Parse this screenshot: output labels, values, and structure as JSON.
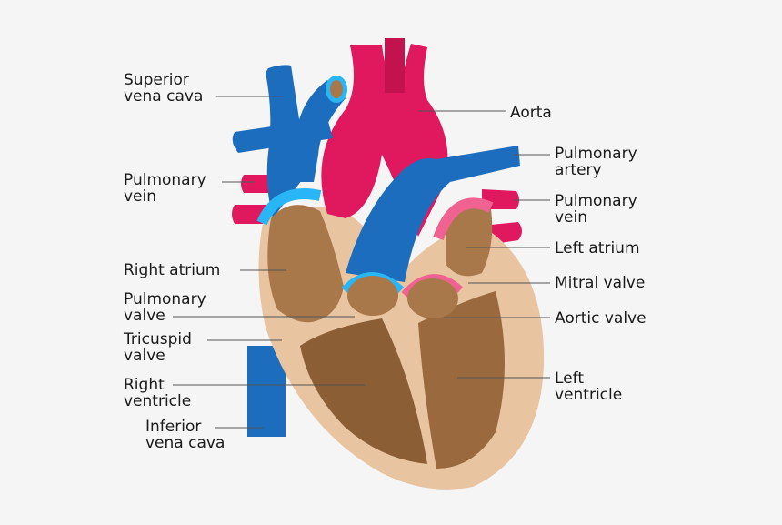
{
  "diagram": {
    "subject": "heart-anatomy",
    "colors": {
      "background": "#f5f5f5",
      "oxygenated": "#e0195f",
      "deoxygenated": "#1c6dbd",
      "valve_blue": "#29b6f6",
      "valve_pink": "#f06292",
      "outer_tissue": "#e8c4a0",
      "chamber": "#a9784a",
      "chamber_dark": "#6e4a2a"
    },
    "labels": {
      "superior_vena_cava": [
        "Superior",
        "vena cava"
      ],
      "pulmonary_vein_left": [
        "Pulmonary",
        "vein"
      ],
      "right_atrium": [
        "Right atrium"
      ],
      "pulmonary_valve": [
        "Pulmonary",
        "valve"
      ],
      "tricuspid_valve": [
        "Tricuspid",
        "valve"
      ],
      "right_ventricle": [
        "Right",
        "ventricle"
      ],
      "inferior_vena_cava": [
        "Inferior",
        "vena cava"
      ],
      "aorta": [
        "Aorta"
      ],
      "pulmonary_artery": [
        "Pulmonary",
        "artery"
      ],
      "pulmonary_vein_right": [
        "Pulmonary",
        "vein"
      ],
      "left_atrium": [
        "Left atrium"
      ],
      "mitral_valve": [
        "Mitral valve"
      ],
      "aortic_valve": [
        "Aortic valve"
      ],
      "left_ventricle": [
        "Left",
        "ventricle"
      ]
    }
  }
}
